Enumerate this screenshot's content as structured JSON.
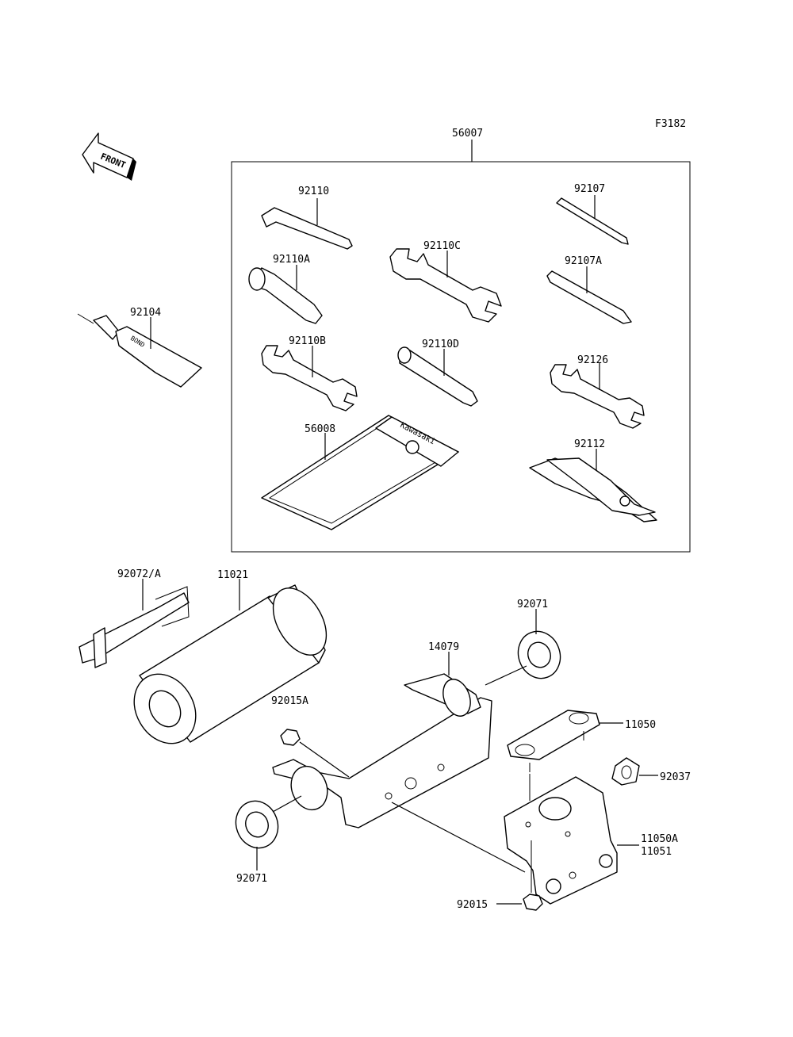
{
  "figure_code": "F3182",
  "front_label": "FRONT",
  "tube_marking": "BOND",
  "tool_bag_brand": "Kawasaki",
  "kit": {
    "number": "56007"
  },
  "parts": [
    {
      "number": "92110"
    },
    {
      "number": "92107"
    },
    {
      "number": "92110A"
    },
    {
      "number": "92110C"
    },
    {
      "number": "92107A"
    },
    {
      "number": "92104"
    },
    {
      "number": "92110B"
    },
    {
      "number": "92110D"
    },
    {
      "number": "92126"
    },
    {
      "number": "56008"
    },
    {
      "number": "92112"
    },
    {
      "number": "92072/A"
    },
    {
      "number": "11021"
    },
    {
      "number": "92071"
    },
    {
      "number": "14079"
    },
    {
      "number": "92015A"
    },
    {
      "number": "11050"
    },
    {
      "number": "92037"
    },
    {
      "number": "11050A"
    },
    {
      "number": "11051"
    },
    {
      "number": "92071"
    },
    {
      "number": "92015"
    }
  ]
}
